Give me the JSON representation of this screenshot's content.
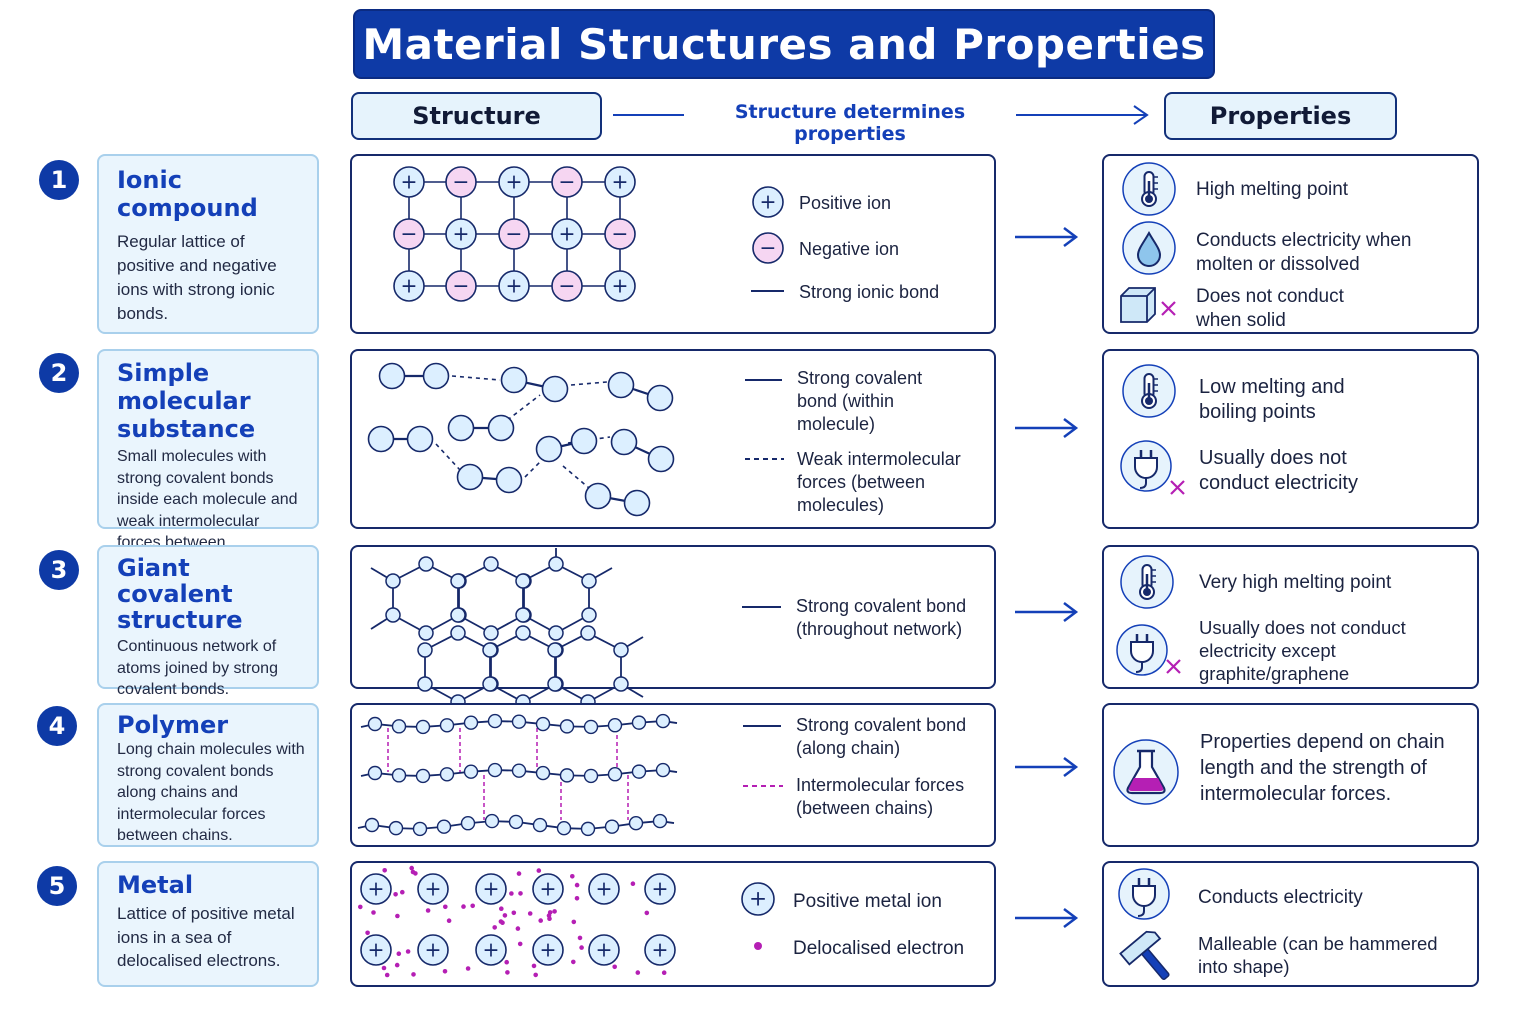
{
  "title": "Material Structures and Properties",
  "headers": {
    "structure": "Structure",
    "flow": "Structure determines properties",
    "properties": "Properties"
  },
  "rows": [
    {
      "number": "1",
      "name": "Ionic compound",
      "description": "Regular lattice of positive and negative ions with strong ionic bonds.",
      "legend": [
        "Positive ion",
        "Negative ion",
        "Strong ionic bond"
      ],
      "properties": [
        "High melting point",
        "Conducts electricity when molten or dissolved",
        "Does not conduct when solid"
      ]
    },
    {
      "number": "2",
      "name": "Simple molecular substance",
      "description": "Small molecules with strong covalent bonds inside each molecule and weak intermolecular forces between molecules.",
      "legend": [
        "Strong covalent bond (within molecule)",
        "Weak intermolecular forces (between molecules)"
      ],
      "properties": [
        "Low melting and boiling points",
        "Usually does not conduct electricity"
      ]
    },
    {
      "number": "3",
      "name": "Giant covalent structure",
      "description": "Continuous network of atoms joined by strong covalent bonds.",
      "legend": [
        "Strong covalent bond (throughout network)"
      ],
      "properties": [
        "Very high melting point",
        "Usually does not conduct electricity except graphite/graphene"
      ]
    },
    {
      "number": "4",
      "name": "Polymer",
      "description": "Long chain molecules with strong covalent bonds along chains and intermolecular forces between chains.",
      "legend": [
        "Strong covalent bond (along chain)",
        "Intermolecular forces (between chains)"
      ],
      "properties": [
        "Properties depend on chain length and the strength of intermolecular forces."
      ]
    },
    {
      "number": "5",
      "name": "Metal",
      "description": "Lattice of positive metal ions in a sea of delocalised electrons.",
      "legend": [
        "Positive metal ion",
        "Delocalised electron"
      ],
      "properties": [
        "Conducts electricity",
        "Malleable (can be hammered into shape)"
      ]
    }
  ],
  "symbols": {
    "plus": "+",
    "minus": "−",
    "cross": "×"
  },
  "colors": {
    "navy": "#0e3aa6",
    "border": "#16296a",
    "ion_fill": "#dcefff",
    "negative_fill": "#f6d6f2",
    "magenta": "#b51fb4",
    "label_blue": "#1440b8"
  },
  "icons": [
    "thermometer-icon",
    "water-drop-icon",
    "cube-icon",
    "plug-icon",
    "flask-icon",
    "hammer-icon"
  ]
}
